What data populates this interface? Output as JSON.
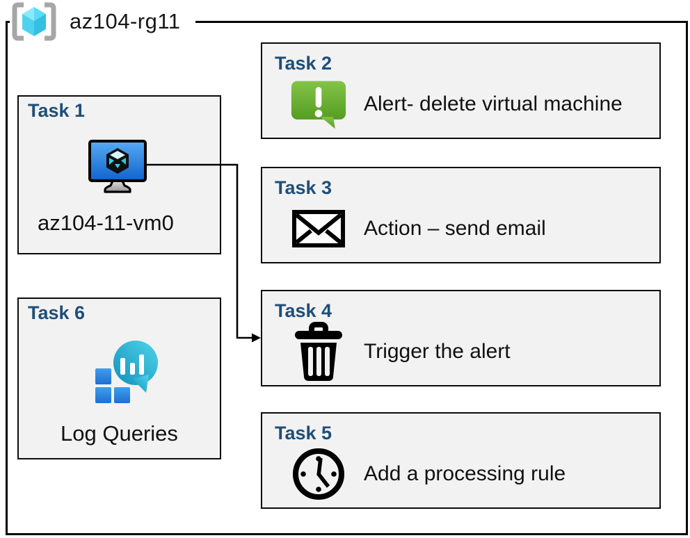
{
  "diagram": {
    "title": "az104-rg11",
    "tasks": [
      {
        "header": "Task 1",
        "label": "az104-11-vm0",
        "icon": "virtual-machine-icon"
      },
      {
        "header": "Task 2",
        "label": "Alert- delete virtual machine",
        "icon": "alert-message-icon"
      },
      {
        "header": "Task 3",
        "label": "Action – send email",
        "icon": "email-envelope-icon"
      },
      {
        "header": "Task 4",
        "label": "Trigger the alert",
        "icon": "trash-can-icon"
      },
      {
        "header": "Task 5",
        "label": "Add a processing rule",
        "icon": "clock-icon"
      },
      {
        "header": "Task 6",
        "label": "Log Queries",
        "icon": "log-analytics-icon"
      }
    ],
    "connector": {
      "from": "Task 1 virtual machine",
      "to": "Task 4 box"
    },
    "colors": {
      "header_blue": "#1F4E79",
      "box_fill": "#F2F2F2",
      "box_border": "#000000",
      "alert_green": "#6FB02E",
      "log_balloon_teal": "#29B6D8",
      "log_square_blue": "#2E7FD9",
      "vm_screen_blue": "#2196E8",
      "rg_cube_cyan": "#50D7F2",
      "bracket_gray": "#A6A6A6"
    }
  }
}
